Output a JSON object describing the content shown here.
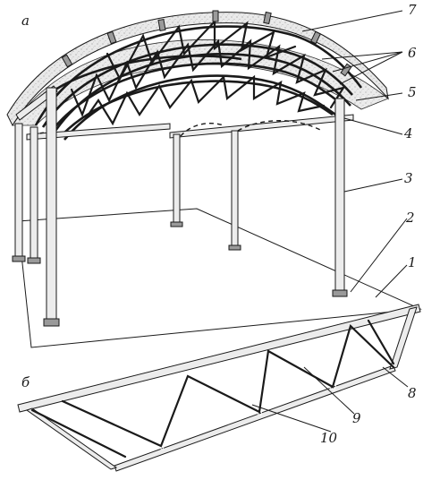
{
  "labels": {
    "part_a": "а",
    "part_b": "б",
    "n1": "1",
    "n2": "2",
    "n3": "3",
    "n4": "4",
    "n5": "5",
    "n6": "6",
    "n7": "7",
    "n8": "8",
    "n9": "9",
    "n10": "10"
  }
}
